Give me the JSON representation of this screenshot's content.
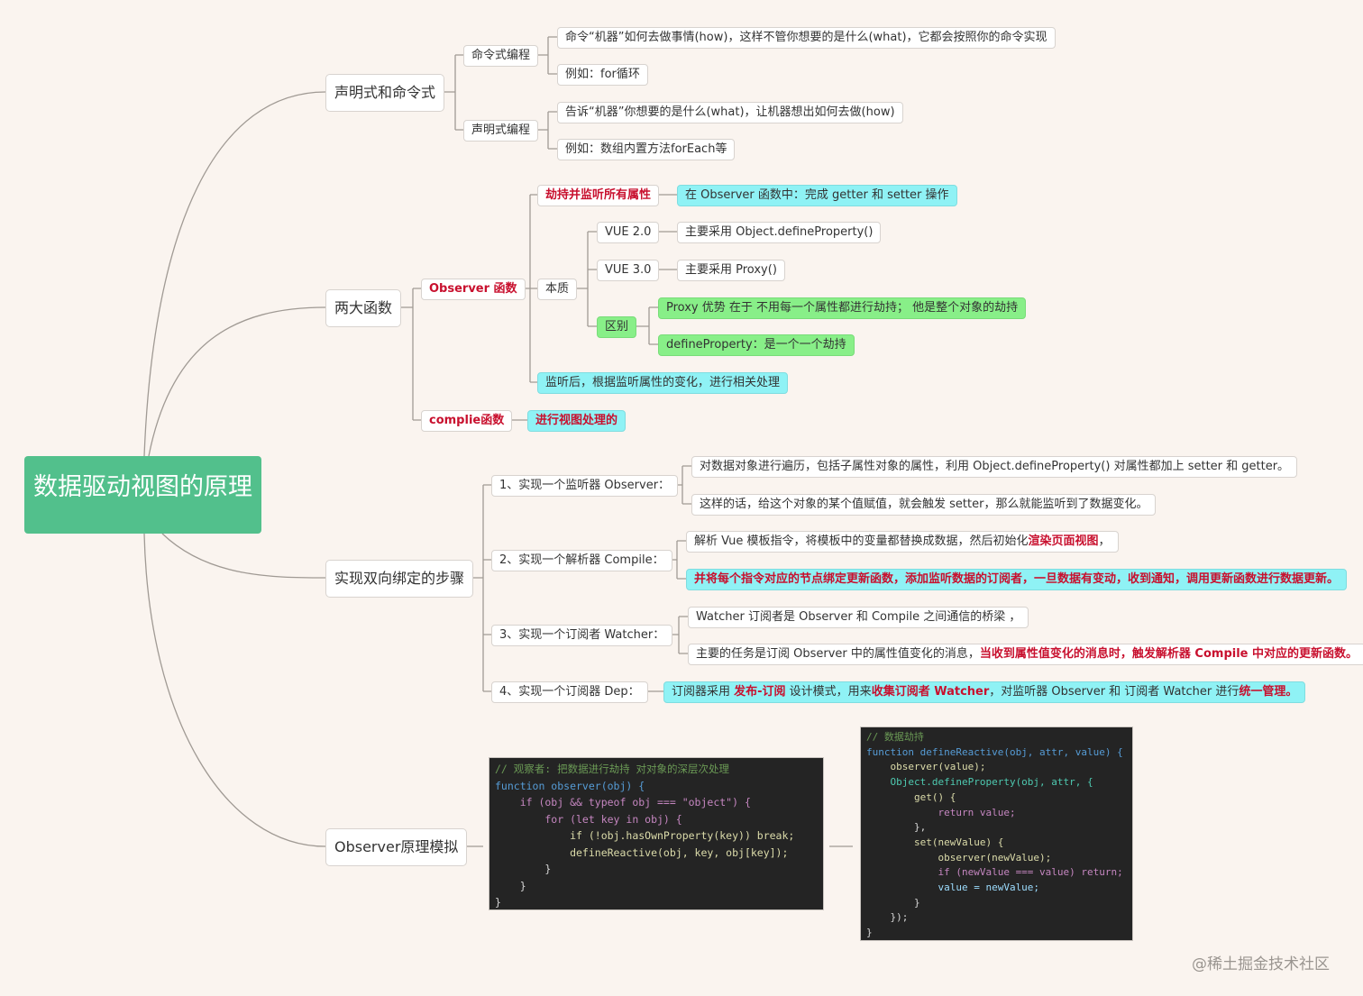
{
  "root": {
    "title": "数据驱动视图的原理",
    "color": "#52c08c"
  },
  "branches": {
    "declarative": {
      "label": "声明式和命令式",
      "imperative": {
        "label": "命令式编程",
        "items": [
          "命令“机器”如何去做事情(how)，这样不管你想要的是什么(what)，它都会按照你的命令实现",
          "例如：for循环"
        ]
      },
      "declarative_prog": {
        "label": "声明式编程",
        "items": [
          "告诉“机器”你想要的是什么(what)，让机器想出如何去做(how)",
          "例如：数组内置方法forEach等"
        ]
      }
    },
    "two_functions": {
      "label": "两大函数",
      "observer": {
        "label": "Observer 函数",
        "hijack": {
          "label": "劫持并监听所有属性",
          "detail": "在 Observer 函数中：完成 getter 和 setter 操作"
        },
        "essence": {
          "label": "本质",
          "vue2": {
            "label": "VUE 2.0",
            "detail": "主要采用 Object.defineProperty()"
          },
          "vue3": {
            "label": "VUE 3.0",
            "detail": "主要采用 Proxy()"
          },
          "diff": {
            "label": "区别",
            "items": [
              "Proxy 优势 在于 不用每一个属性都进行劫持； 他是整个对象的劫持",
              "defineProperty：是一个一个劫持"
            ]
          }
        },
        "after": "监听后，根据监听属性的变化，进行相关处理"
      },
      "compile": {
        "label": "complie函数",
        "detail": "进行视图处理的"
      }
    },
    "steps": {
      "label": "实现双向绑定的步骤",
      "step1": {
        "label": "1、实现一个监听器 Observer：",
        "items": [
          "对数据对象进行遍历，包括子属性对象的属性，利用 Object.defineProperty() 对属性都加上 setter 和 getter。",
          "这样的话，给这个对象的某个值赋值，就会触发 setter，那么就能监听到了数据变化。"
        ]
      },
      "step2": {
        "label": "2、实现一个解析器 Compile：",
        "item1_plain": "解析 Vue 模板指令，将模板中的变量都替换成数据，然后初始化",
        "item1_hl": "渲染页面视图",
        "item1_tail": "，",
        "item2": "并将每个指令对应的节点绑定更新函数，添加监听数据的订阅者，一旦数据有变动，收到通知，调用更新函数进行数据更新。"
      },
      "step3": {
        "label": "3、实现一个订阅者 Watcher：",
        "item1": "Watcher 订阅者是 Observer 和 Compile 之间通信的桥梁 ，",
        "item2_plain": "主要的任务是订阅 Observer 中的属性值变化的消息，",
        "item2_hl": "当收到属性值变化的消息时，触发解析器 Compile 中对应的更新函数。"
      },
      "step4": {
        "label": "4、实现一个订阅器 Dep：",
        "p1": "订阅器采用 ",
        "h1": "发布-订阅",
        "p2": " 设计模式，用来",
        "h2": "收集订阅者 Watcher",
        "p3": "，对监听器 Observer 和 订阅者 Watcher 进行",
        "h3": "统一管理。"
      }
    },
    "simulation": {
      "label": "Observer原理模拟",
      "code1": [
        "// 观察者: 把数据进行劫持 对对象的深层次处理",
        "function observer(obj) {",
        "    if (obj && typeof obj === \"object\") {",
        "        for (let key in obj) {",
        "            if (!obj.hasOwnProperty(key)) break;",
        "            defineReactive(obj, key, obj[key]);",
        "        }",
        "    }",
        "}"
      ],
      "code2": [
        "// 数据劫持",
        "function defineReactive(obj, attr, value) {",
        "    observer(value);",
        "    Object.defineProperty(obj, attr, {",
        "        get() {",
        "            return value;",
        "        },",
        "        set(newValue) {",
        "            observer(newValue);",
        "            if (newValue === value) return;",
        "            value = newValue;",
        "        }",
        "    });",
        "}"
      ]
    }
  },
  "watermark": "@稀土掘金技术社区"
}
